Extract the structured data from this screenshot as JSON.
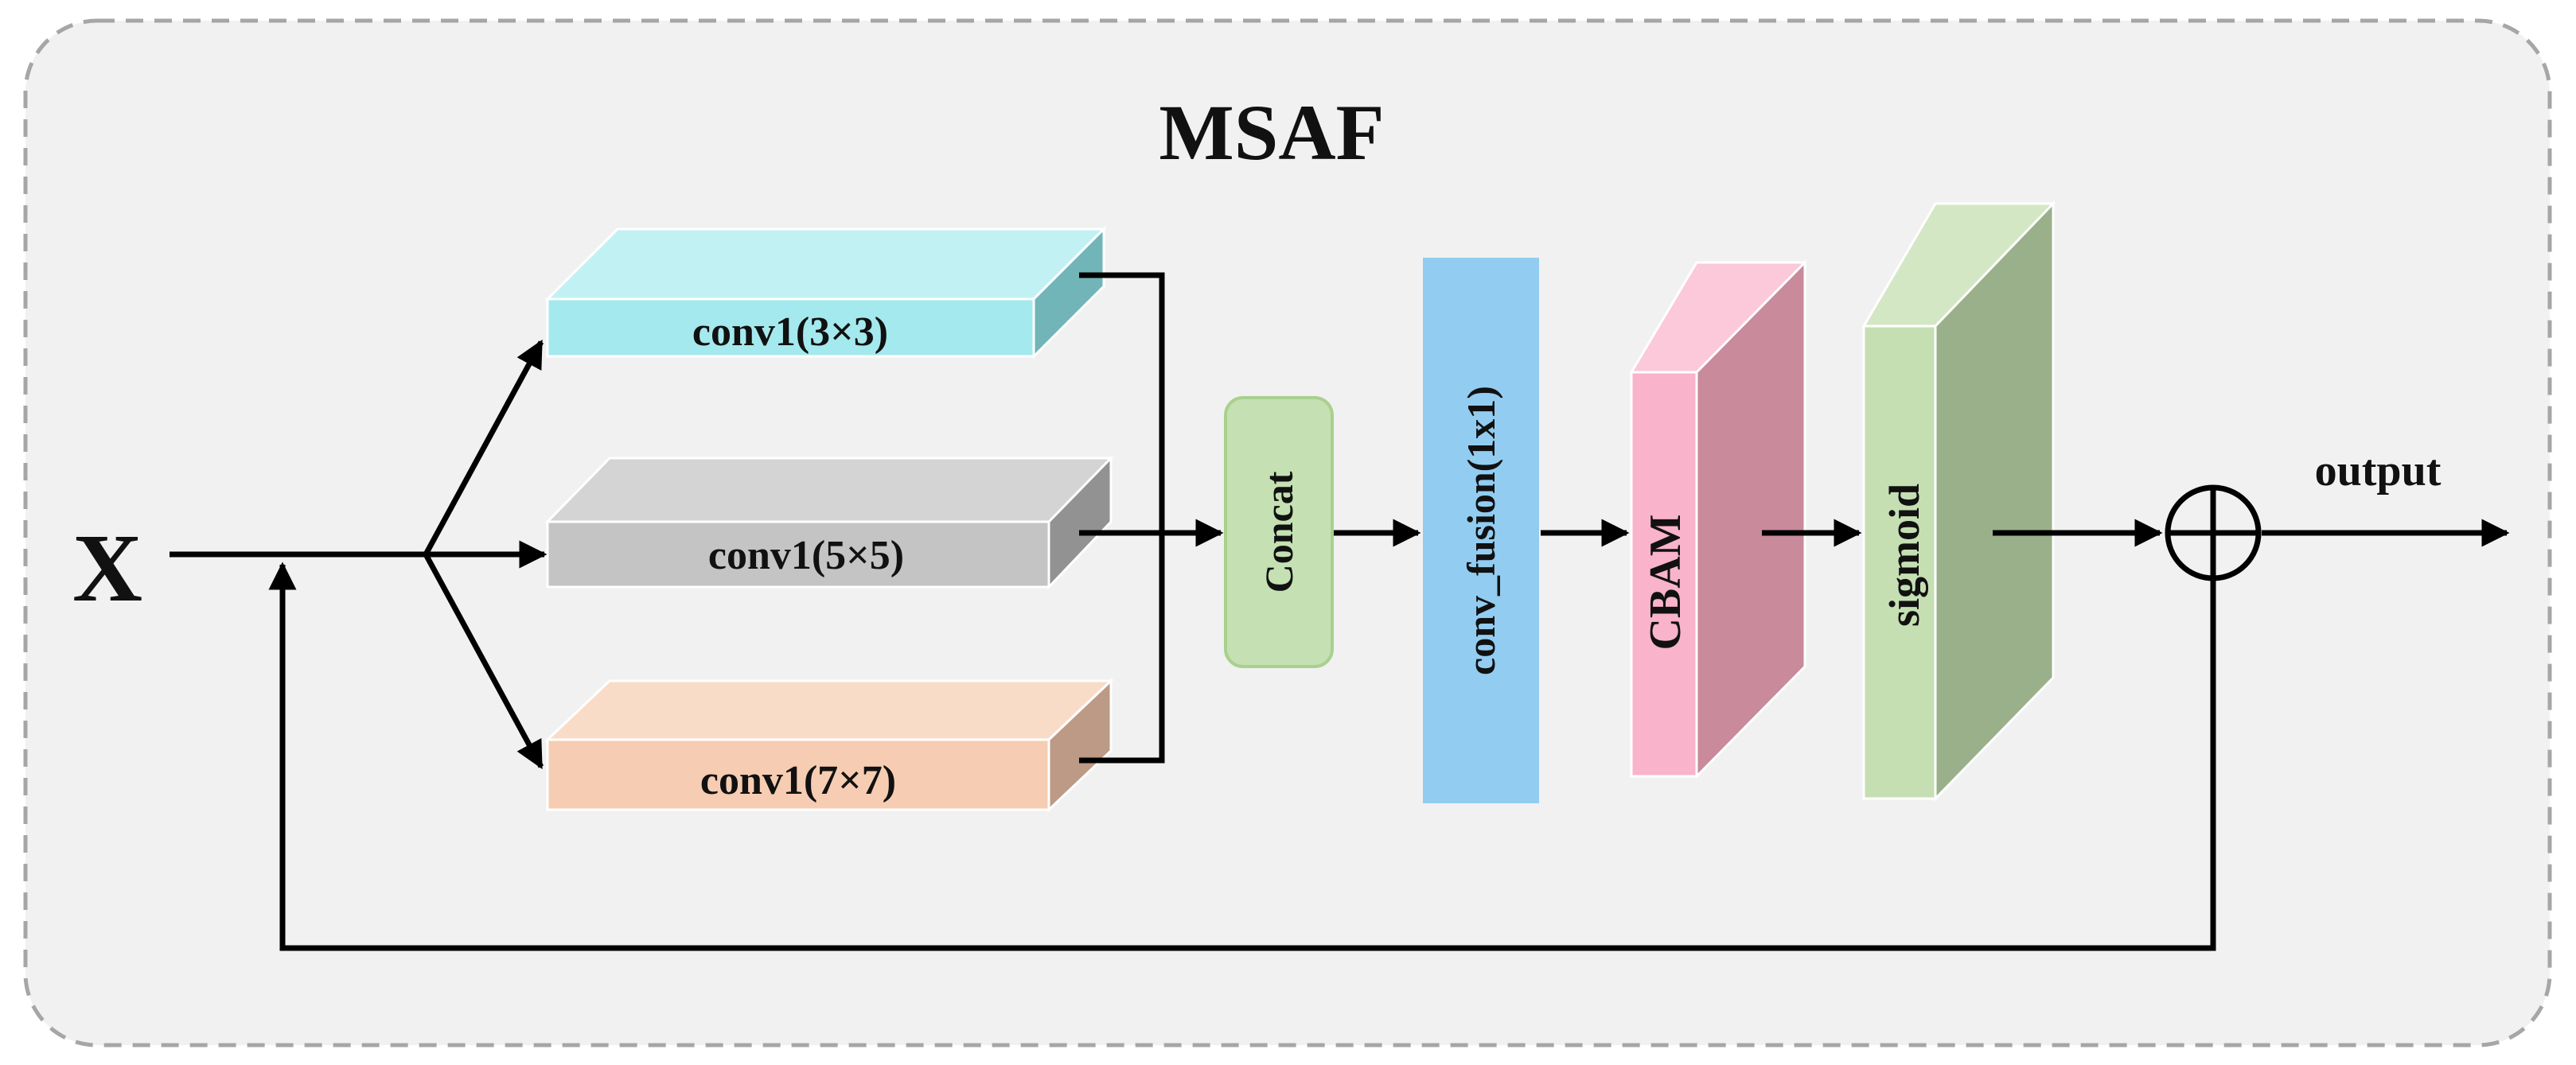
{
  "title": "MSAF",
  "input_label": "X",
  "output_label": "output",
  "branches": [
    {
      "label": "conv1(3×3)",
      "front": "#a4e9ee",
      "top": "#c2f1f4",
      "side": "#71b5b9"
    },
    {
      "label": "conv1(5×5)",
      "front": "#c4c4c4",
      "top": "#d4d4d4",
      "side": "#929292"
    },
    {
      "label": "conv1(7×7)",
      "front": "#f6cdb2",
      "top": "#f9dcc8",
      "side": "#bd9a85"
    }
  ],
  "concat": {
    "label": "Concat",
    "fill": "#c5e1b3",
    "stroke": "#a9d08e"
  },
  "conv_fusion": {
    "label": "conv_fusion(1x1)",
    "fill": "#92cdf1"
  },
  "cbam": {
    "label": "CBAM",
    "front": "#f9b3cb",
    "top": "#fbc9da",
    "side": "#c98a9b"
  },
  "sigmoid": {
    "label": "sigmoid",
    "front": "#c5dfb3",
    "top": "#d4e7c4",
    "side": "#9ab08a"
  },
  "add_symbol": "⊕",
  "colors": {
    "panel": "#f1f1f1",
    "border": "#a6a6a6",
    "line": "#000000"
  }
}
